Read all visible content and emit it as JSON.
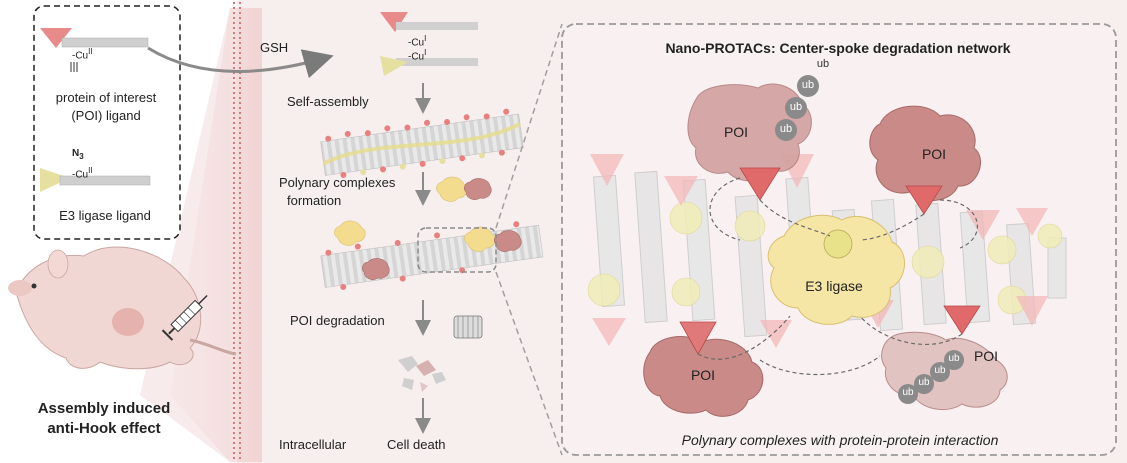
{
  "left_panel": {
    "cu2_label_top": "-Cu",
    "cu2_sup_top": "II",
    "poi_ligand_line1": "protein of interest",
    "poi_ligand_line2": "(POI) ligand",
    "n3_label": "N",
    "n3_sub": "3",
    "cu2_label_bottom": "-Cu",
    "cu2_sup_bottom": "II",
    "e3_ligand_label": "E3 ligase ligand",
    "conclusion_line1": "Assembly induced",
    "conclusion_line2": "anti-Hook effect"
  },
  "middle_panel": {
    "gsh_label": "GSH",
    "cu1_label_a": "-Cu",
    "cu1_sup_a": "I",
    "cu1_label_b": "-Cu",
    "cu1_sup_b": "I",
    "step1": "Self-assembly",
    "step2_line1": "Polynary complexes",
    "step2_line2": "formation",
    "step3": "POI degradation",
    "step4": "Cell death",
    "location_label": "Intracellular"
  },
  "right_panel": {
    "title": "Nano-PROTACs: Center-spoke degradation network",
    "caption": "Polynary complexes with protein-protein interaction",
    "e3_label": "E3 ligase",
    "poi_labels": [
      "POI",
      "POI",
      "POI",
      "POI"
    ],
    "ub_labels_top": [
      "ub",
      "ub",
      "ub",
      "ub"
    ],
    "ub_labels_bottom": [
      "ub",
      "ub",
      "ub",
      "ub"
    ]
  },
  "colors": {
    "poi_pink": "#c98a88",
    "poi_ligand": "#e88a8a",
    "e3_yellow": "#f5e6a6",
    "e3_ligand": "#e6e0a0",
    "ub_gray": "#8a8a8a",
    "panel_bg": "#f7eeee",
    "dashed": "#9a9a9a"
  }
}
